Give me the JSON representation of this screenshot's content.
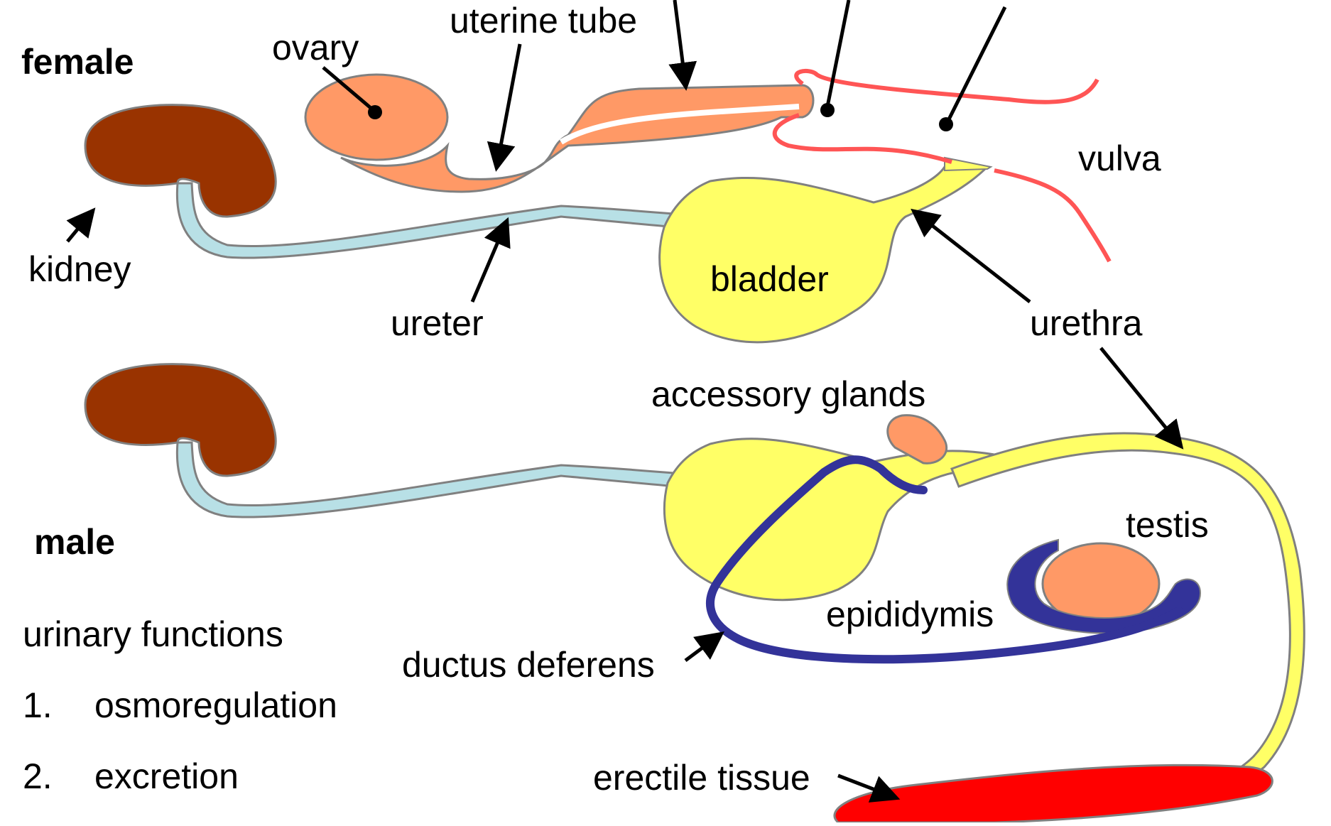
{
  "labels": {
    "female": "female",
    "male": "male",
    "ovary": "ovary",
    "uterine_tube": "uterine tube",
    "kidney": "kidney",
    "ureter": "ureter",
    "bladder": "bladder",
    "vulva": "vulva",
    "urethra": "urethra",
    "accessory_glands": "accessory glands",
    "testis": "testis",
    "epididymis": "epididymis",
    "ductus_deferens": "ductus deferens",
    "erectile_tissue": "erectile tissue"
  },
  "functions": {
    "heading": "urinary functions",
    "items": [
      {
        "num": "1.",
        "text": "osmoregulation"
      },
      {
        "num": "2.",
        "text": "excretion"
      }
    ]
  },
  "colors": {
    "kidney": "#993300",
    "ureter": "#B8E0E6",
    "bladder": "#FFFF66",
    "ovary": "#FF9966",
    "vagina_outline": "#FF5555",
    "ductus": "#333399",
    "erectile": "#FF0000",
    "outline": "#808080"
  }
}
